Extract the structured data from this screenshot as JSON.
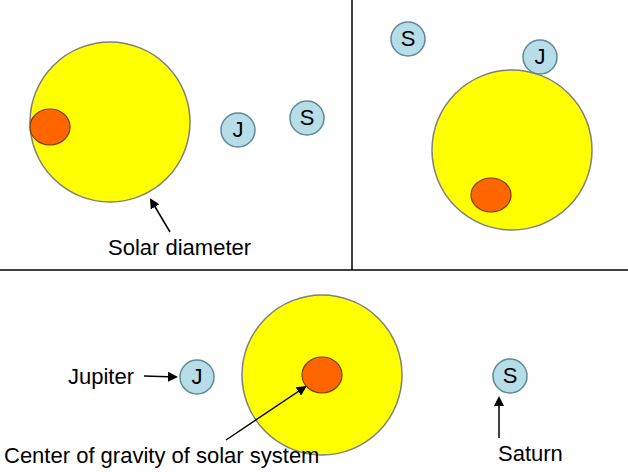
{
  "diagram": {
    "nodes": [
      {
        "text": [
          "J"
        ]
      },
      {
        "text": [
          "S"
        ]
      },
      {
        "text": [
          "S"
        ]
      },
      {
        "text": [
          "J"
        ]
      },
      {
        "text": [
          "J"
        ]
      },
      {
        "text": [
          "S"
        ]
      }
    ],
    "labels": [
      "Solar diameter",
      "Jupiter",
      "Center of gravity of solar system",
      "Saturn"
    ]
  }
}
